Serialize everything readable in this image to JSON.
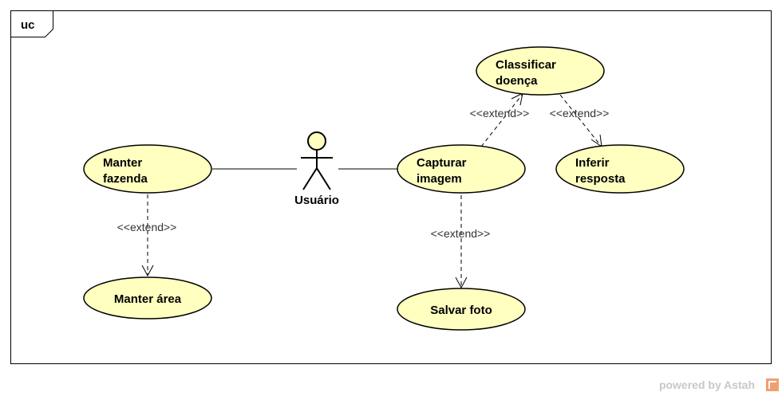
{
  "frame": {
    "label": "uc"
  },
  "actor": {
    "name": "Usuário"
  },
  "use_cases": {
    "manter_fazenda": [
      "Manter",
      "fazenda"
    ],
    "manter_area": [
      "Manter área"
    ],
    "capturar_imagem": [
      "Capturar",
      "imagem"
    ],
    "classificar_doenca": [
      "Classificar",
      "doença"
    ],
    "inferir_resposta": [
      "Inferir",
      "resposta"
    ],
    "salvar_foto": [
      "Salvar foto"
    ]
  },
  "relationships": {
    "extend_manter_area": "<<extend>>",
    "extend_salvar_foto": "<<extend>>",
    "extend_classificar": "<<extend>>",
    "extend_inferir": "<<extend>>"
  },
  "footer": {
    "powered_by": "powered by Astah"
  },
  "colors": {
    "usecase_fill": "#ffffc0",
    "line": "#000000"
  }
}
